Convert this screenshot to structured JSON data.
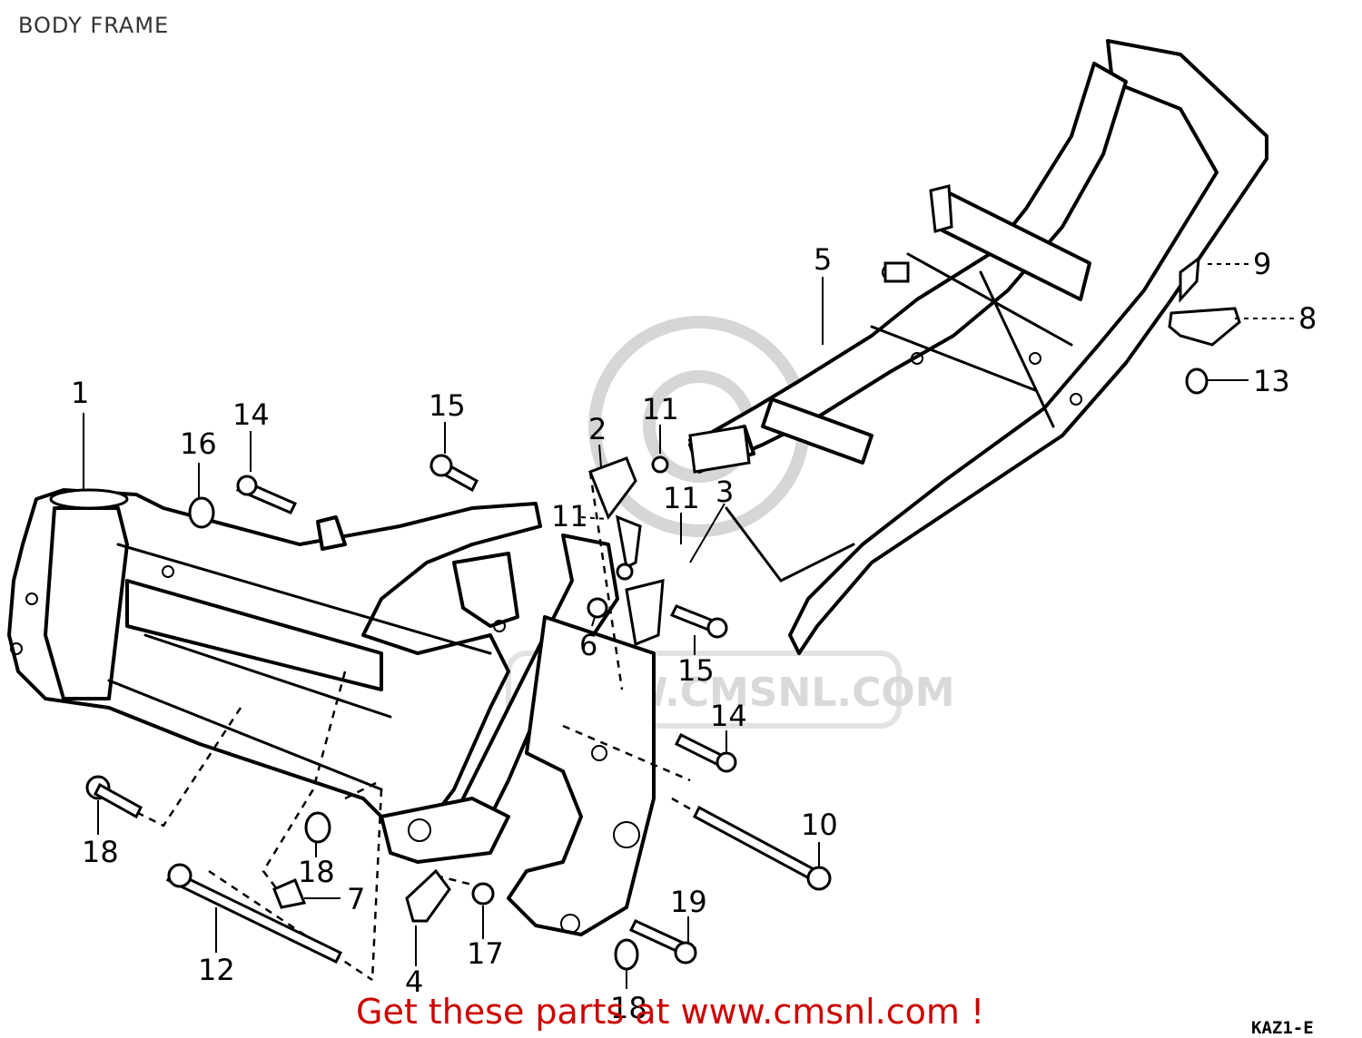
{
  "title": "BODY FRAME",
  "footer": "Get these parts at www.cmsnl.com !",
  "diagram_code": "KAZ1-E",
  "watermark": {
    "text": "WWW.CMSNL.COM",
    "color": "#d9d9d9"
  },
  "colors": {
    "footer": "#cc0000",
    "lines": "#000000",
    "background": "#ffffff"
  },
  "callouts": [
    "1",
    "14",
    "16",
    "15",
    "2",
    "11",
    "11",
    "11",
    "3",
    "5",
    "9",
    "8",
    "13",
    "6",
    "15",
    "14",
    "10",
    "18",
    "18",
    "7",
    "12",
    "4",
    "17",
    "19",
    "18"
  ]
}
